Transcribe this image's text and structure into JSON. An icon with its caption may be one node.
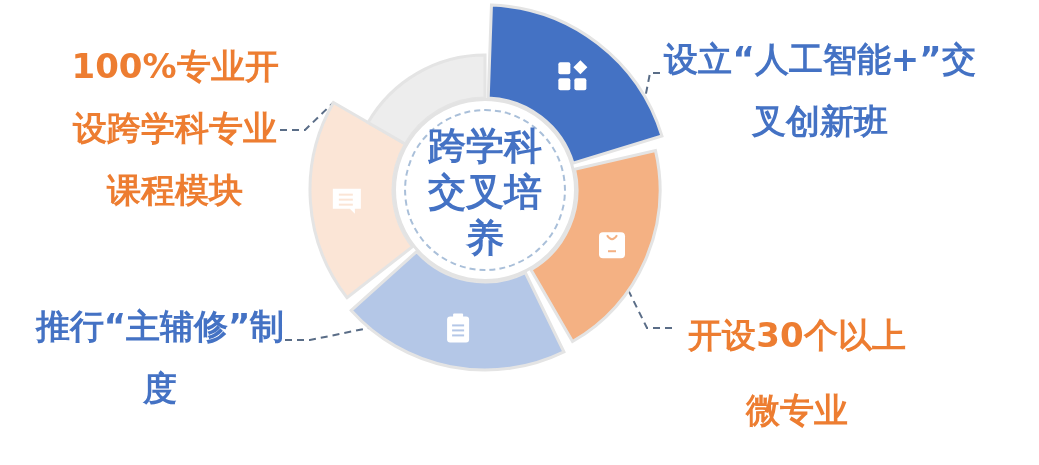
{
  "diagram": {
    "nodes": [
      {
        "text": [
          "跨学科交叉培养"
        ]
      },
      {
        "text": [],
        "shape": "sector"
      },
      {
        "text": [],
        "shape": "sector"
      },
      {
        "text": [],
        "shape": "sector"
      },
      {
        "text": [],
        "shape": "sector"
      },
      {
        "text": [],
        "shape": "sector"
      },
      {
        "text": [
          "设立“人工智能+”交叉创新班"
        ]
      },
      {
        "text": [
          "开设**30**个以上微专业"
        ]
      },
      {
        "text": [
          "推行“主辅修”制度"
        ]
      },
      {
        "text": [
          "100%专业开设跨学科专业课程模块"
        ]
      }
    ],
    "edges": [
      {
        "from": 6,
        "to": 1,
        "arrow": "none",
        "style": "dashed"
      },
      {
        "from": 7,
        "to": 2,
        "arrow": "none",
        "style": "dashed"
      },
      {
        "from": 8,
        "to": 3,
        "arrow": "none",
        "style": "dashed"
      },
      {
        "from": 9,
        "to": 4,
        "arrow": "none",
        "style": "dashed"
      }
    ]
  }
}
